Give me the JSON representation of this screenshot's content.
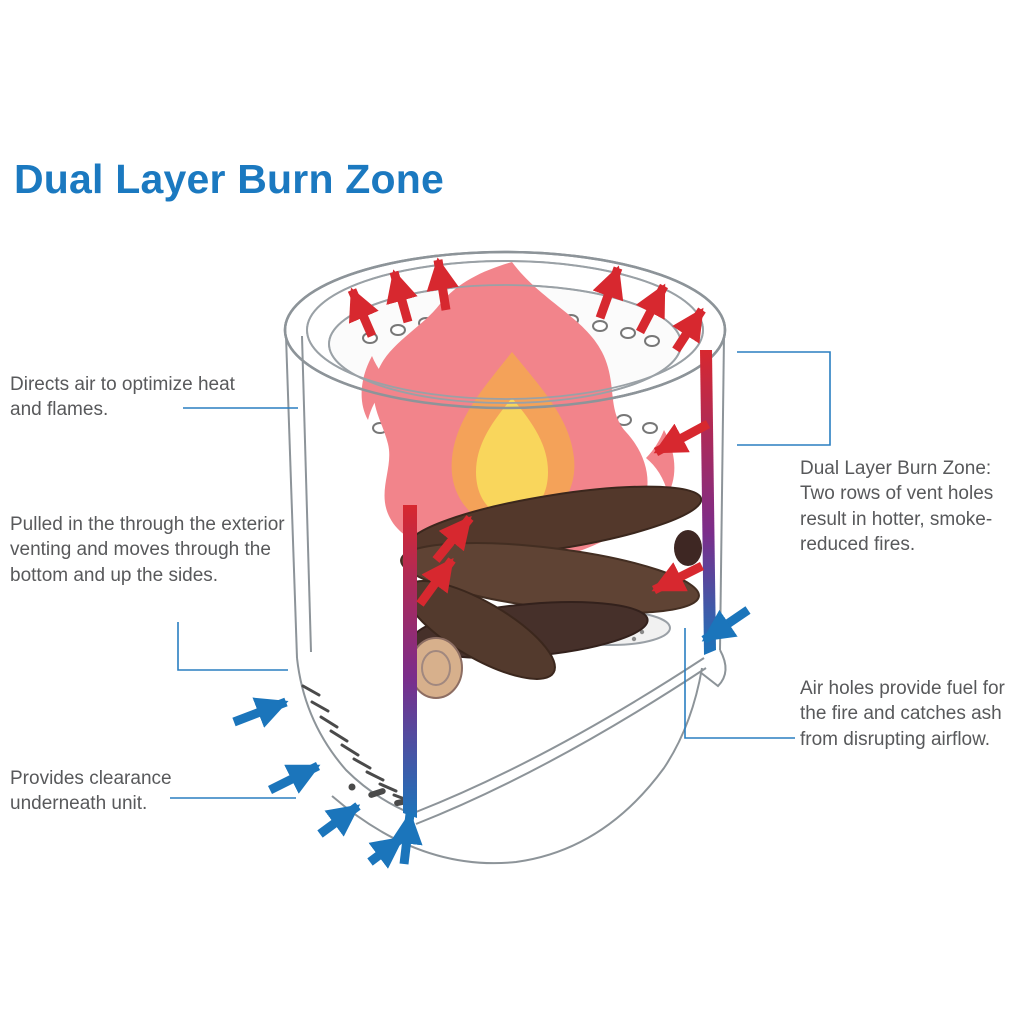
{
  "title": "Dual Layer Burn Zone",
  "callouts": {
    "directs_air": "Directs air to optimize heat and flames.",
    "pulled_in": "Pulled in the through the exterior venting and moves through the bottom and up the sides.",
    "clearance": "Provides clearance underneath unit.",
    "dual_layer": "Dual Layer Burn Zone: Two rows of vent holes result in hotter, smoke-reduced fires.",
    "air_holes": "Air holes provide fuel for the fire and catches ash from disrupting airflow."
  },
  "colors": {
    "title_blue": "#1b79c0",
    "text_gray": "#58595b",
    "hot_red": "#d7282f",
    "cool_blue": "#1b75bb",
    "callout_line_blue": "#2a7fc1",
    "flame_outer": "#f2848b",
    "flame_mid": "#f4a259",
    "flame_core": "#f9d65c",
    "log_brown": "#5f4334"
  }
}
